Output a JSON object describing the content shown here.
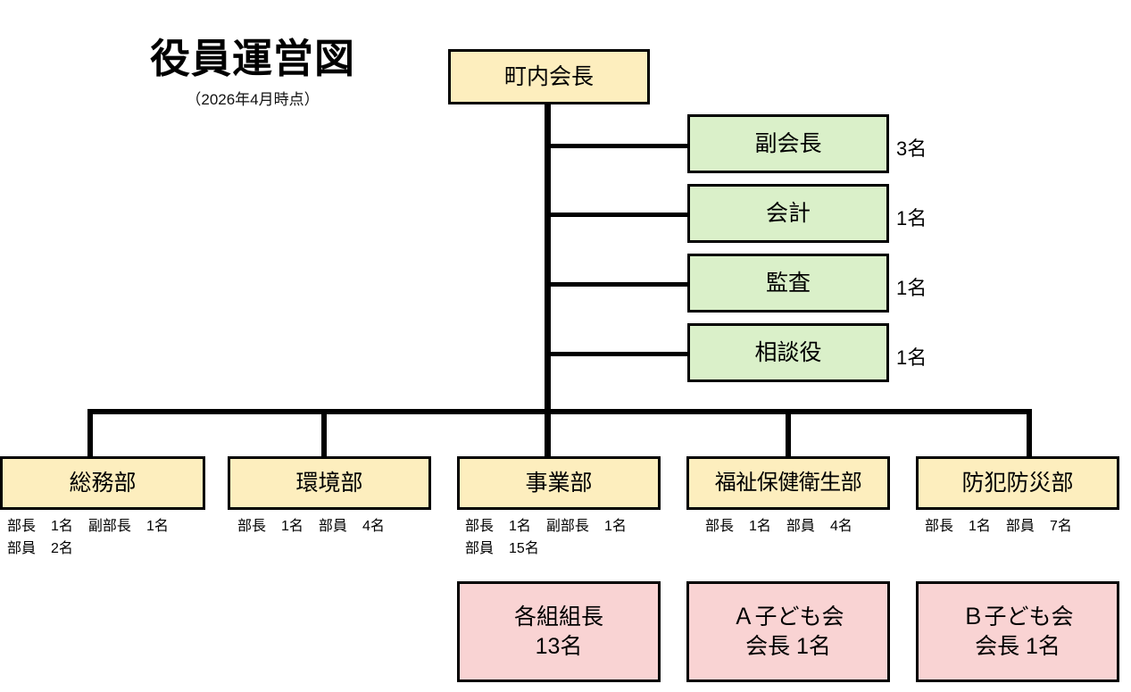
{
  "title": {
    "main": "役員運営図",
    "sub": "（2026年4月時点）"
  },
  "colors": {
    "cream": "#fdeebe",
    "green": "#daf0c9",
    "pink": "#f9d3d3",
    "outline": "#000000",
    "background": "#ffffff"
  },
  "root": {
    "label": "町内会長"
  },
  "officers": [
    {
      "label": "副会長",
      "count": "3名"
    },
    {
      "label": "会計",
      "count": "1名"
    },
    {
      "label": "監査",
      "count": "1名"
    },
    {
      "label": "相談役",
      "count": "1名"
    }
  ],
  "departments": [
    {
      "label": "総務部",
      "roles": [
        {
          "name": "部長",
          "count": "1名"
        },
        {
          "name": "副部長",
          "count": "1名"
        },
        {
          "name": "部員",
          "count": "2名"
        }
      ],
      "sub_line1_a": "部長",
      "sub_line1_a_count": "1名",
      "sub_line1_b": "副部長",
      "sub_line1_b_count": "1名",
      "sub_line2_a": "部員",
      "sub_line2_a_count": "2名"
    },
    {
      "label": "環境部",
      "roles": [
        {
          "name": "部長",
          "count": "1名"
        },
        {
          "name": "部員",
          "count": "4名"
        }
      ],
      "sub_line1_a": "部長",
      "sub_line1_a_count": "1名",
      "sub_line1_b": "部員",
      "sub_line1_b_count": "4名"
    },
    {
      "label": "事業部",
      "roles": [
        {
          "name": "部長",
          "count": "1名"
        },
        {
          "name": "副部長",
          "count": "1名"
        },
        {
          "name": "部員",
          "count": "15名"
        }
      ],
      "sub_line1_a": "部長",
      "sub_line1_a_count": "1名",
      "sub_line1_b": "副部長",
      "sub_line1_b_count": "1名",
      "sub_line2_a": "部員",
      "sub_line2_a_count": "15名"
    },
    {
      "label": "福祉保健衛生部",
      "roles": [
        {
          "name": "部長",
          "count": "1名"
        },
        {
          "name": "部員",
          "count": "4名"
        }
      ],
      "sub_line1_a": "部長",
      "sub_line1_a_count": "1名",
      "sub_line1_b": "部員",
      "sub_line1_b_count": "4名"
    },
    {
      "label": "防犯防災部",
      "roles": [
        {
          "name": "部長",
          "count": "1名"
        },
        {
          "name": "部員",
          "count": "7名"
        }
      ],
      "sub_line1_a": "部長",
      "sub_line1_a_count": "1名",
      "sub_line1_b": "部員",
      "sub_line1_b_count": "7名"
    }
  ],
  "groups": [
    {
      "line1": "各組組長",
      "line2": "13名"
    },
    {
      "line1": "Ａ子ども会",
      "line2": "会長 1名"
    },
    {
      "line1": "Ｂ子ども会",
      "line2": "会長 1名"
    }
  ]
}
